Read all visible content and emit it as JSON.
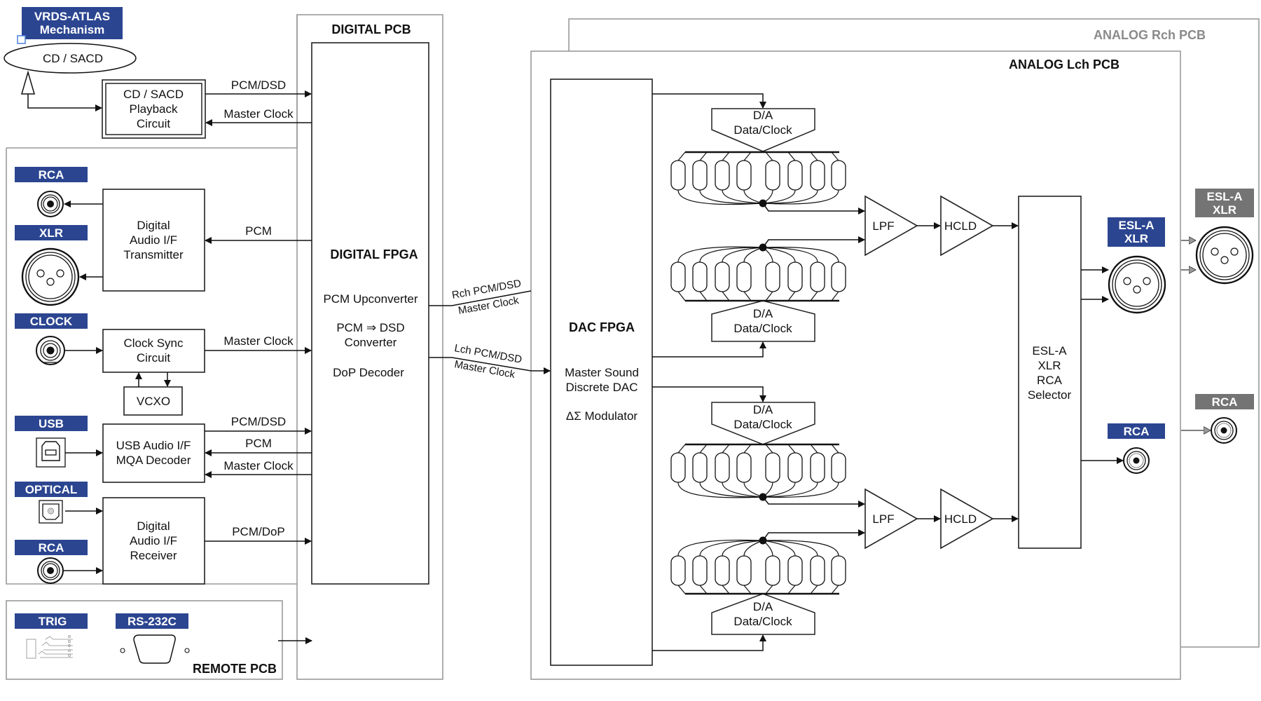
{
  "colors": {
    "badge_blue": "#2b4590",
    "badge_gray": "#747474",
    "pcb_border": "#9a9a9a",
    "rch_title": "#8a8a8a"
  },
  "mechanism": {
    "badge": [
      "VRDS-ATLAS",
      "Mechanism"
    ],
    "disc": "CD / SACD",
    "playback": [
      "CD / SACD",
      "Playback",
      "Circuit"
    ],
    "sig_out": "PCM/DSD",
    "sig_in": "Master Clock"
  },
  "digital_pcb": {
    "title": "DIGITAL PCB",
    "fpga": {
      "title": "DIGITAL FPGA",
      "functions": [
        "PCM Upconverter",
        "PCM ⇒ DSD",
        "Converter",
        "DoP Decoder"
      ]
    }
  },
  "inputs_outputs": {
    "rca_out": {
      "badge": "RCA"
    },
    "xlr_out": {
      "badge": "XLR"
    },
    "transmitter": {
      "lines": [
        "Digital",
        "Audio I/F",
        "Transmitter"
      ],
      "signal": "PCM"
    },
    "clock": {
      "badge": "CLOCK"
    },
    "clock_sync": {
      "lines": [
        "Clock Sync",
        "Circuit"
      ],
      "signal": "Master Clock"
    },
    "vcxo": "VCXO",
    "usb": {
      "badge": "USB",
      "lines": [
        "USB Audio I/F",
        "MQA Decoder"
      ],
      "signals": [
        "PCM/DSD",
        "PCM",
        "Master Clock"
      ]
    },
    "optical": {
      "badge": "OPTICAL"
    },
    "rca_in": {
      "badge": "RCA"
    },
    "receiver": {
      "lines": [
        "Digital",
        "Audio I/F",
        "Receiver"
      ],
      "signal": "PCM/DoP"
    }
  },
  "remote_pcb": {
    "title": "REMOTE PCB",
    "trig_badge": "TRIG",
    "rs232_badge": "RS-232C"
  },
  "links": {
    "rch": [
      "Rch PCM/DSD",
      "Master Clock"
    ],
    "lch": [
      "Lch PCM/DSD",
      "Master Clock"
    ]
  },
  "analog_rch": {
    "title": "ANALOG Rch PCB",
    "xlr_badge": [
      "ESL-A",
      "XLR"
    ],
    "rca_badge": "RCA"
  },
  "analog_lch": {
    "title": "ANALOG Lch PCB",
    "dac_fpga": {
      "title": "DAC FPGA",
      "functions": [
        "Master Sound",
        "Discrete DAC",
        "ΔΣ Modulator"
      ]
    },
    "da_block": [
      "D/A",
      "Data/Clock"
    ],
    "lpf": "LPF",
    "hcld": "HCLD",
    "selector": [
      "ESL-A",
      "XLR",
      "RCA",
      "Selector"
    ],
    "xlr_badge": [
      "ESL-A",
      "XLR"
    ],
    "rca_badge": "RCA",
    "resistor_count_per_bank": 8
  }
}
